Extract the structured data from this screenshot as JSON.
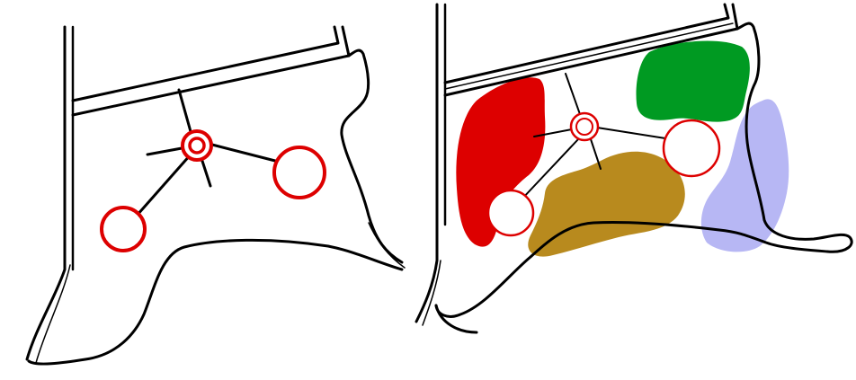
{
  "figure": {
    "panels": [
      "schematic",
      "regions"
    ],
    "colors": {
      "outline": "#000000",
      "node_stroke": "#dd0000",
      "node_fill": "#ffffff",
      "region_red": "#dd0000",
      "region_green": "#009a22",
      "region_brown": "#b88a1e",
      "region_lavender": "#aaaaf2"
    },
    "regions": [
      "red",
      "green",
      "brown",
      "lavender"
    ],
    "nodes": [
      "hub",
      "left",
      "right"
    ]
  }
}
